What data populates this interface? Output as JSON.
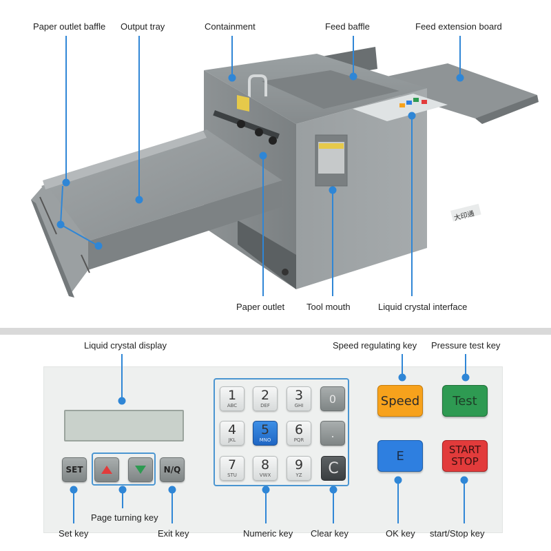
{
  "top_labels": {
    "paper_outlet_baffle": "Paper outlet baffle",
    "output_tray": "Output tray",
    "containment": "Containment",
    "feed_baffle": "Feed baffle",
    "feed_extension_board": "Feed extension board",
    "paper_outlet": "Paper outlet",
    "tool_mouth": "Tool mouth",
    "liquid_crystal_interface": "Liquid crystal interface"
  },
  "panel_labels": {
    "liquid_crystal_display": "Liquid crystal display",
    "speed_regulating_key": "Speed regulating key",
    "pressure_test_key": "Pressure test key",
    "page_turning_key": "Page turning key",
    "set_key": "Set key",
    "exit_key": "Exit key",
    "numeric_key": "Numeric key",
    "clear_key": "Clear key",
    "ok_key": "OK key",
    "start_stop_key": "start/Stop key"
  },
  "keys": {
    "set": "SET",
    "nq": "N/Q",
    "speed": "Speed",
    "test": "Test",
    "e": "E",
    "start": "START",
    "stop": "STOP",
    "clear": "C",
    "numeric": [
      {
        "n": "1",
        "s": "ABC"
      },
      {
        "n": "2",
        "s": "DEF"
      },
      {
        "n": "3",
        "s": "GHI"
      },
      {
        "n": "0",
        "s": ""
      },
      {
        "n": "4",
        "s": "JKL"
      },
      {
        "n": "5",
        "s": "MNO"
      },
      {
        "n": "6",
        "s": "PQR"
      },
      {
        "n": ".",
        "s": ""
      },
      {
        "n": "7",
        "s": "STU"
      },
      {
        "n": "8",
        "s": "VWX"
      },
      {
        "n": "9",
        "s": "YZ"
      }
    ]
  },
  "brand_plate": "大印通",
  "colors": {
    "accent_blue": "#2f86d6",
    "speed_key": "#f7a21c",
    "test_key": "#2e9a52",
    "e_key": "#2e7fe0",
    "start_stop_key": "#e23b3b",
    "machine_gray": "#8a8f91"
  }
}
